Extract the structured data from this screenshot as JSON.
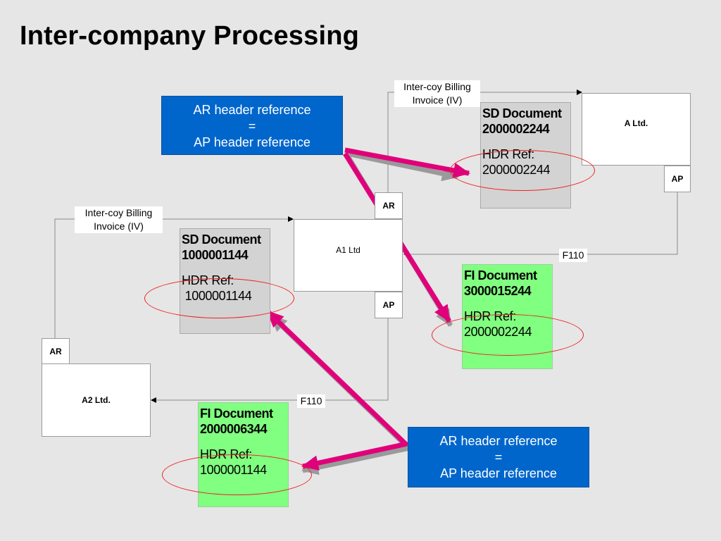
{
  "title": "Inter-company Processing",
  "companies": {
    "a_ltd": "A Ltd.",
    "a1_ltd": "A1 Ltd",
    "a2_ltd": "A2 Ltd."
  },
  "ports": {
    "ar": "AR",
    "ap": "AP"
  },
  "flows": {
    "billing_top": [
      "Inter-coy Billing",
      "Invoice (IV)"
    ],
    "billing_left": [
      "Inter-coy Billing",
      "Invoice (IV)"
    ],
    "f110_right": "F110",
    "f110_bottom": "F110"
  },
  "documents": {
    "sd_top": {
      "title": [
        "SD Document",
        "2000002244"
      ],
      "ref": [
        "HDR Ref:",
        "2000002244"
      ]
    },
    "sd_mid": {
      "title": [
        "SD Document",
        "1000001144"
      ],
      "ref": [
        "HDR Ref:",
        " 1000001144"
      ]
    },
    "fi_right": {
      "title": [
        "FI Document",
        "3000015244"
      ],
      "ref": [
        "HDR Ref:",
        "2000002244"
      ]
    },
    "fi_bottom": {
      "title": [
        "FI Document",
        "2000006344"
      ],
      "ref": [
        "HDR Ref:",
        "1000001144"
      ]
    }
  },
  "notes": {
    "top": [
      "AR header reference",
      "=",
      "AP header reference"
    ],
    "bottom": [
      "AR header reference",
      "=",
      "AP header reference"
    ]
  },
  "colors": {
    "note_bg": "#0066cc",
    "arrow": "#e0007a",
    "oval": "#ee2222",
    "green_doc": "#80ff80"
  }
}
